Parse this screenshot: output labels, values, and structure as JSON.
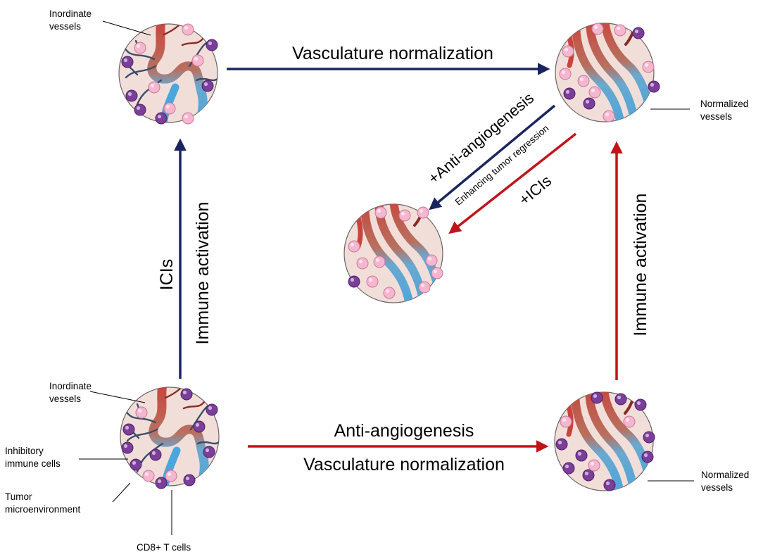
{
  "colors": {
    "navy_arrow": "#1a2560",
    "red_arrow": "#c0141b",
    "disc_fill": "#f2ded8",
    "artery": "#c8443c",
    "vein": "#4aa6dc",
    "pink_cell": "#f5b6cf",
    "purple_cell": "#7b3f9a",
    "stem_color": "#3a4e6a"
  },
  "labels": {
    "top_left_inordinate": [
      "Inordinate",
      "vessels"
    ],
    "top_right_normalized": [
      "Normalized",
      "vessels"
    ],
    "bottom_left_inordinate": [
      "Inordinate",
      "vessels"
    ],
    "inhibitory_cells": [
      "Inhibitory",
      "immune cells"
    ],
    "tumor_micro": [
      "Tumor",
      "microenvironment"
    ],
    "cd8": "CD8+ T cells",
    "bottom_right_normalized": [
      "Normalized",
      "vessels"
    ]
  },
  "arrows": {
    "top_horizontal": "Vasculature normalization",
    "left_vertical_a": "ICIs",
    "left_vertical_b": "Immune activation",
    "right_vertical": "Immune activation",
    "bottom_horizontal_a": "Anti-angiogenesis",
    "bottom_horizontal_b": "Vasculature normalization",
    "diag_anti": "+Anti-angiogenesis",
    "diag_enhance": "Enhancing tumor regression",
    "diag_icis": "+ICIs"
  }
}
